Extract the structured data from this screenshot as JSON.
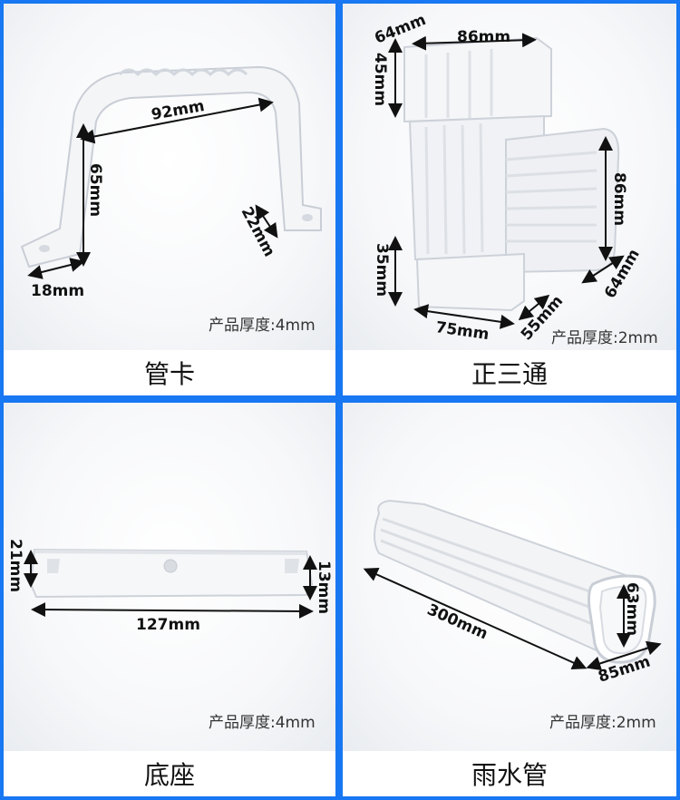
{
  "colors": {
    "frame": "#1877f2",
    "panel": "#ffffff",
    "text": "#111111",
    "note": "#333333"
  },
  "panels": [
    {
      "caption": "管卡",
      "thickness": "产品厚度:4mm",
      "dims": {
        "width": "92mm",
        "height": "65mm",
        "foot": "22mm",
        "base": "18mm"
      }
    },
    {
      "caption": "正三通",
      "thickness": "产品厚度:2mm",
      "dims": {
        "top_depth": "64mm",
        "top_width": "86mm",
        "top_height": "45mm",
        "side_height": "86mm",
        "side_depth": "64mm",
        "bottom_height": "35mm",
        "bottom_width": "75mm",
        "bottom_depth": "55mm"
      }
    },
    {
      "caption": "底座",
      "thickness": "产品厚度:4mm",
      "dims": {
        "height": "21mm",
        "length": "127mm",
        "end_height": "13mm"
      }
    },
    {
      "caption": "雨水管",
      "thickness": "产品厚度:2mm",
      "dims": {
        "length": "300mm",
        "height": "63mm",
        "width": "85mm"
      }
    }
  ]
}
